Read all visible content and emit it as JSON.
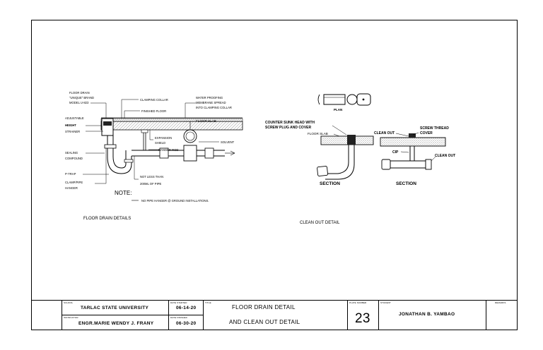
{
  "floor_drain": {
    "labels": {
      "floor_drain": "FLOOR DRAIN",
      "brand": "\"UNIQUE\" BRAND",
      "model": "MODEL U-823",
      "clamping_collar": "CLAMPING COLLAR",
      "finished_floor": "FINISHED FLOOR",
      "waterproofing_1": "WATER PROOFING",
      "waterproofing_2": "MEMBRANE SPREAD",
      "waterproofing_3": "INTO CLAMPING COLLAR",
      "floor_slab": "FLOOR SLAB",
      "adjustable": "ADJUSTABLE",
      "height": "HEIGHT",
      "strainer": "STRAINER",
      "expansion_1": "EXPANSION",
      "expansion_2": "SHIELD",
      "solvent": "SOLVENT",
      "hanger_rod": "HANGER ROD",
      "sealing_1": "SEALING",
      "sealing_2": "COMPOUND",
      "p_trap": "P-TRAP",
      "clamp_1": "CLAMP/PIPE",
      "clamp_2": "HANGER",
      "not_less_1": "NOT LESS THAN",
      "not_less_2": "200ML OF PIPE",
      "note_title": "NOTE:",
      "note_text": "NO PIPE HANGER @ GROUND INSTALLATIONS."
    },
    "title": "FLOOR DRAIN DETAILS"
  },
  "clean_out": {
    "labels": {
      "plan": "PLAN",
      "countersunk_1": "COUNTER SUNK HEAD WITH",
      "countersunk_2": "SCREW PLUG AND COVER",
      "floor_slab": "FLOOR SLAB",
      "clean_out_a": "CLEAN OUT",
      "screw_thread_1": "SCREW THREAD",
      "screw_thread_2": "COVER",
      "cip": "CIP",
      "clean_out_b": "CLEAN OUT",
      "section_left": "SECTION",
      "section_right": "SECTION"
    },
    "title": "CLEAN OUT DETAIL"
  },
  "title_block": {
    "school_label": "SCHOOL",
    "school": "TARLAC STATE UNIVERSITY",
    "instructor_label": "INSTRUCTOR",
    "instructor": "ENGR.MARIE WENDY J. FRANY",
    "date_started_label": "DATE STARTED",
    "date_started": "06-14-20",
    "date_finished_label": "DATE FINISHED",
    "date_finished": "06-30-20",
    "title_label": "TITLE",
    "title_line1": "FLOOR DRAIN DETAIL",
    "title_line2": "AND CLEAN OUT DETAIL",
    "plate_label": "PLATE NUMBER",
    "plate_number": "23",
    "student_label": "STUDENT",
    "student": "JONATHAN B. YAMBAO",
    "remarks_label": "REMARKS"
  }
}
